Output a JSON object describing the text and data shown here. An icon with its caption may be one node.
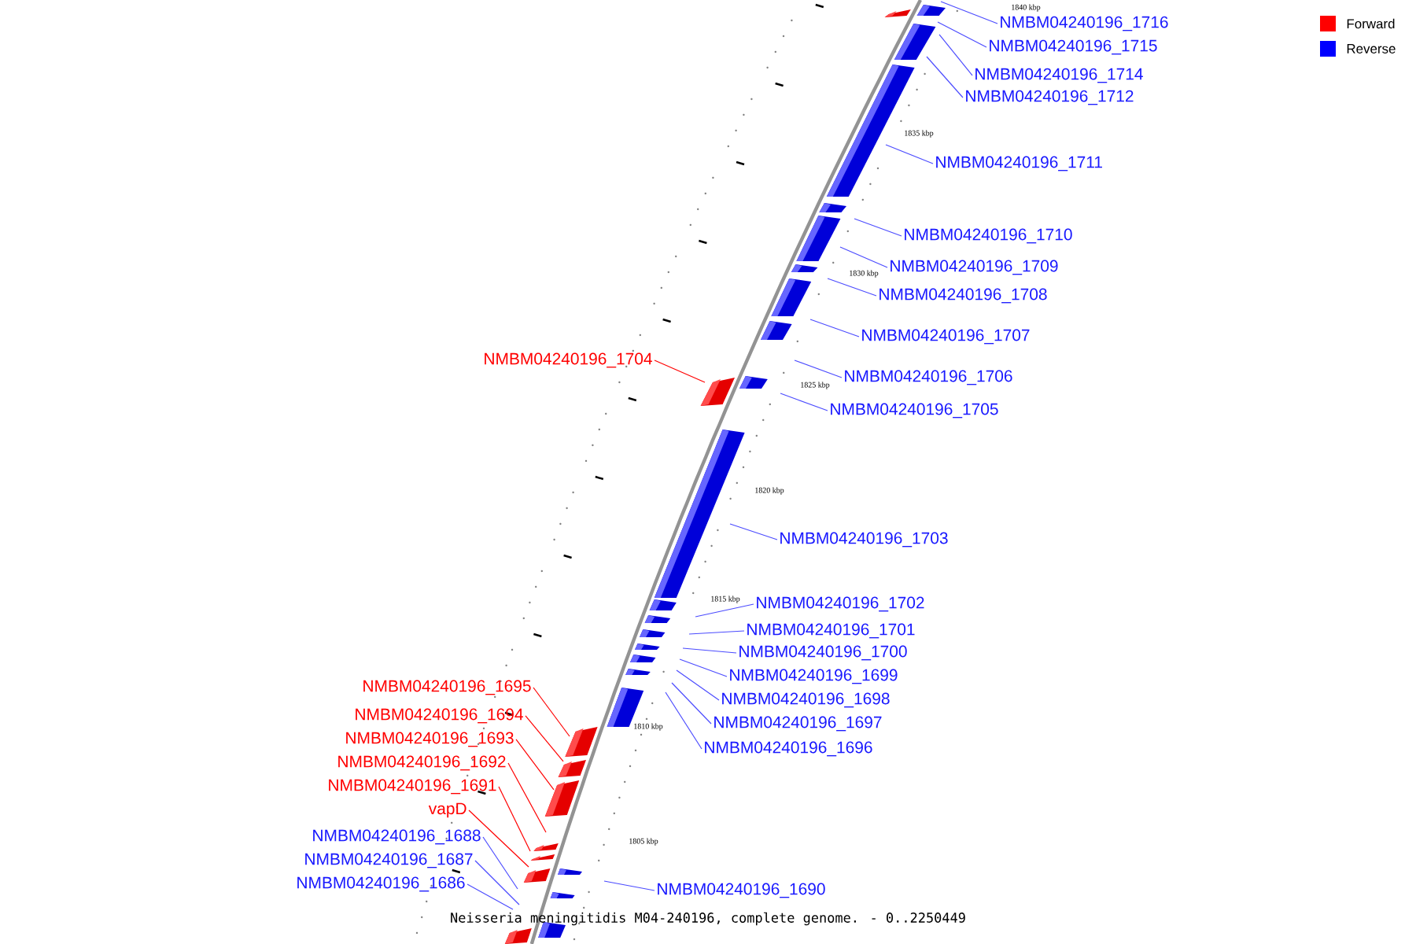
{
  "diagram": {
    "caption": "Neisseria meningitidis M04-240196, complete genome. - 0..2250449",
    "nodes": [
      {
        "text": [
          "NMBM04240196_1716"
        ]
      },
      {
        "text": [
          "NMBM04240196_1715"
        ]
      },
      {
        "text": [
          "NMBM04240196_1714"
        ]
      },
      {
        "text": [
          "NMBM04240196_1712"
        ]
      },
      {
        "text": [
          "NMBM04240196_1711"
        ]
      },
      {
        "text": [
          "NMBM04240196_1710"
        ]
      },
      {
        "text": [
          "NMBM04240196_1709"
        ]
      },
      {
        "text": [
          "NMBM04240196_1708"
        ]
      },
      {
        "text": [
          "NMBM04240196_1707"
        ]
      },
      {
        "text": [
          "NMBM04240196_1704"
        ]
      },
      {
        "text": [
          "NMBM04240196_1706"
        ]
      },
      {
        "text": [
          "NMBM04240196_1705"
        ]
      },
      {
        "text": [
          "NMBM04240196_1703"
        ]
      },
      {
        "text": [
          "NMBM04240196_1702"
        ]
      },
      {
        "text": [
          "NMBM04240196_1701"
        ]
      },
      {
        "text": [
          "NMBM04240196_1700"
        ]
      },
      {
        "text": [
          "NMBM04240196_1699"
        ]
      },
      {
        "text": [
          "NMBM04240196_1695"
        ]
      },
      {
        "text": [
          "NMBM04240196_1698"
        ]
      },
      {
        "text": [
          "NMBM04240196_1694"
        ]
      },
      {
        "text": [
          "NMBM04240196_1697"
        ]
      },
      {
        "text": [
          "NMBM04240196_1693"
        ]
      },
      {
        "text": [
          "NMBM04240196_1696"
        ]
      },
      {
        "text": [
          "NMBM04240196_1692"
        ]
      },
      {
        "text": [
          "NMBM04240196_1691"
        ]
      },
      {
        "text": [
          "vapD"
        ]
      },
      {
        "text": [
          "NMBM04240196_1688"
        ]
      },
      {
        "text": [
          "NMBM04240196_1687"
        ]
      },
      {
        "text": [
          "NMBM04240196_1686"
        ]
      },
      {
        "text": [
          "NMBM04240196_1690"
        ]
      }
    ],
    "edges": [
      {
        "from": 0,
        "to": null,
        "arrow": "none"
      },
      {
        "from": 1,
        "to": null,
        "arrow": "none"
      },
      {
        "from": 2,
        "to": null,
        "arrow": "none"
      },
      {
        "from": 3,
        "to": null,
        "arrow": "none"
      },
      {
        "from": 4,
        "to": null,
        "arrow": "none"
      },
      {
        "from": 5,
        "to": null,
        "arrow": "none"
      },
      {
        "from": 6,
        "to": null,
        "arrow": "none"
      },
      {
        "from": 7,
        "to": null,
        "arrow": "none"
      },
      {
        "from": 8,
        "to": null,
        "arrow": "none"
      },
      {
        "from": 9,
        "to": null,
        "arrow": "none",
        "color": "#ff0000"
      },
      {
        "from": 10,
        "to": null,
        "arrow": "none"
      },
      {
        "from": 11,
        "to": null,
        "arrow": "none"
      },
      {
        "from": 12,
        "to": null,
        "arrow": "none"
      },
      {
        "from": 13,
        "to": null,
        "arrow": "none"
      },
      {
        "from": 14,
        "to": null,
        "arrow": "none"
      },
      {
        "from": 15,
        "to": null,
        "arrow": "none"
      },
      {
        "from": 16,
        "to": null,
        "arrow": "none"
      },
      {
        "from": 17,
        "to": null,
        "arrow": "none",
        "color": "#ff0000"
      },
      {
        "from": 18,
        "to": null,
        "arrow": "none"
      },
      {
        "from": 19,
        "to": null,
        "arrow": "none",
        "color": "#ff0000"
      },
      {
        "from": 20,
        "to": null,
        "arrow": "none"
      },
      {
        "from": 21,
        "to": null,
        "arrow": "none",
        "color": "#ff0000"
      },
      {
        "from": 22,
        "to": null,
        "arrow": "none"
      },
      {
        "from": 23,
        "to": null,
        "arrow": "none",
        "color": "#ff0000"
      },
      {
        "from": 24,
        "to": null,
        "arrow": "none",
        "color": "#ff0000"
      },
      {
        "from": 25,
        "to": null,
        "arrow": "none",
        "color": "#ff0000"
      },
      {
        "from": 26,
        "to": null,
        "arrow": "none"
      },
      {
        "from": 27,
        "to": null,
        "arrow": "none"
      },
      {
        "from": 28,
        "to": null,
        "arrow": "none"
      },
      {
        "from": 29,
        "to": null,
        "arrow": "none"
      }
    ],
    "labels": [
      "1840 kbp",
      "1835 kbp",
      "1830 kbp",
      "1825 kbp",
      "1820 kbp",
      "1815 kbp",
      "1810 kbp",
      "1805 kbp"
    ],
    "legend": [
      {
        "text": "Forward",
        "color": "#ff0000"
      },
      {
        "text": "Reverse",
        "color": "#0000ff"
      }
    ]
  }
}
